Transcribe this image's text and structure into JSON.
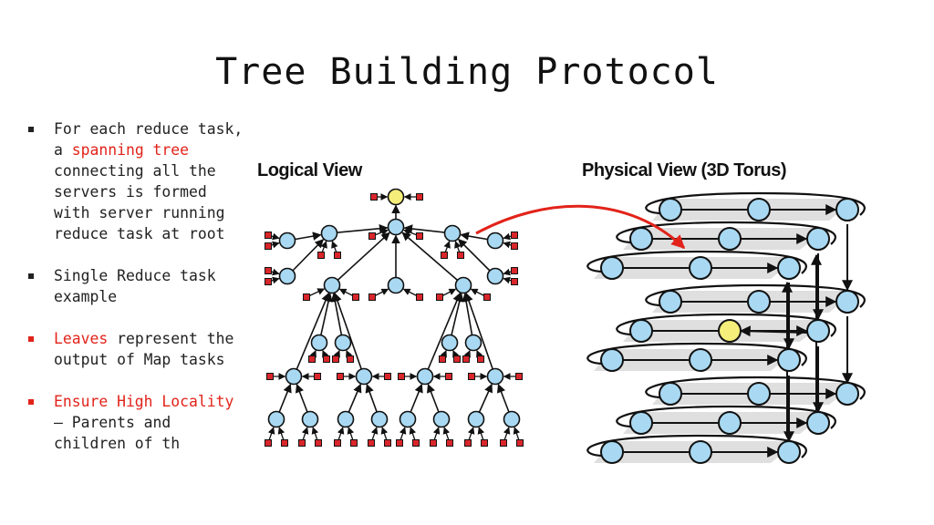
{
  "slide": {
    "title": "Tree Building Protocol"
  },
  "bullets": [
    {
      "segments": [
        {
          "text": "For each reduce task, a ",
          "color": "default"
        },
        {
          "text": "spanning tree",
          "color": "red"
        },
        {
          "text": " connecting all the servers is formed with server running reduce task at root",
          "color": "default"
        }
      ],
      "marker_color": "#222222"
    },
    {
      "segments": [
        {
          "text": "Single Reduce task example",
          "color": "default"
        }
      ],
      "marker_color": "#222222"
    },
    {
      "segments": [
        {
          "text": "Leaves",
          "color": "red"
        },
        {
          "text": " represent the output of Map tasks",
          "color": "default"
        }
      ],
      "marker_color": "#e2231a"
    },
    {
      "segments": [
        {
          "text": "Ensure High Locality",
          "color": "red"
        },
        {
          "text": " – Parents and children of th",
          "color": "default"
        }
      ],
      "marker_color": "#e2231a"
    }
  ],
  "diagram": {
    "logical_label": "Logical View",
    "physical_label": "Physical View (3D Torus)",
    "colors": {
      "node_fill": "#a9d9f2",
      "root_fill": "#f5ee7a",
      "leaf_fill": "#d9262b",
      "edge": "#111111",
      "mapping_arrow": "#e2231a",
      "plane_fill": "#d4d4d4"
    }
  }
}
